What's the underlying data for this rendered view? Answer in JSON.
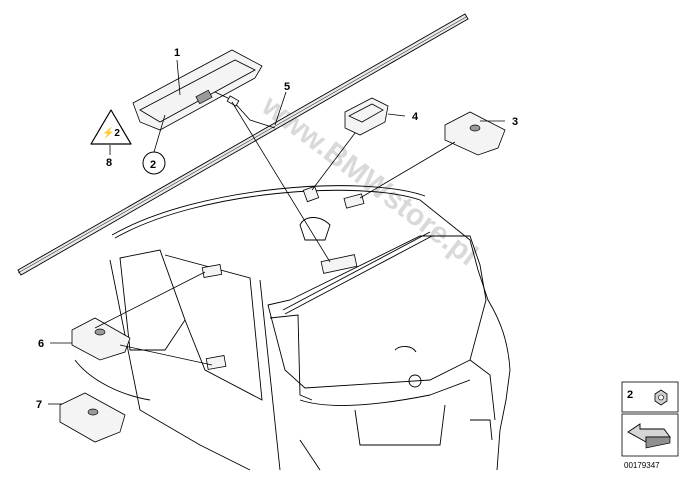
{
  "watermark": "www.BMWstore.pl",
  "callouts": {
    "c1": "1",
    "c2a": "2",
    "c3": "3",
    "c4": "4",
    "c5": "5",
    "c6": "6",
    "c7": "7",
    "c8": "8",
    "c2b": "2"
  },
  "reference_number": "00179347"
}
